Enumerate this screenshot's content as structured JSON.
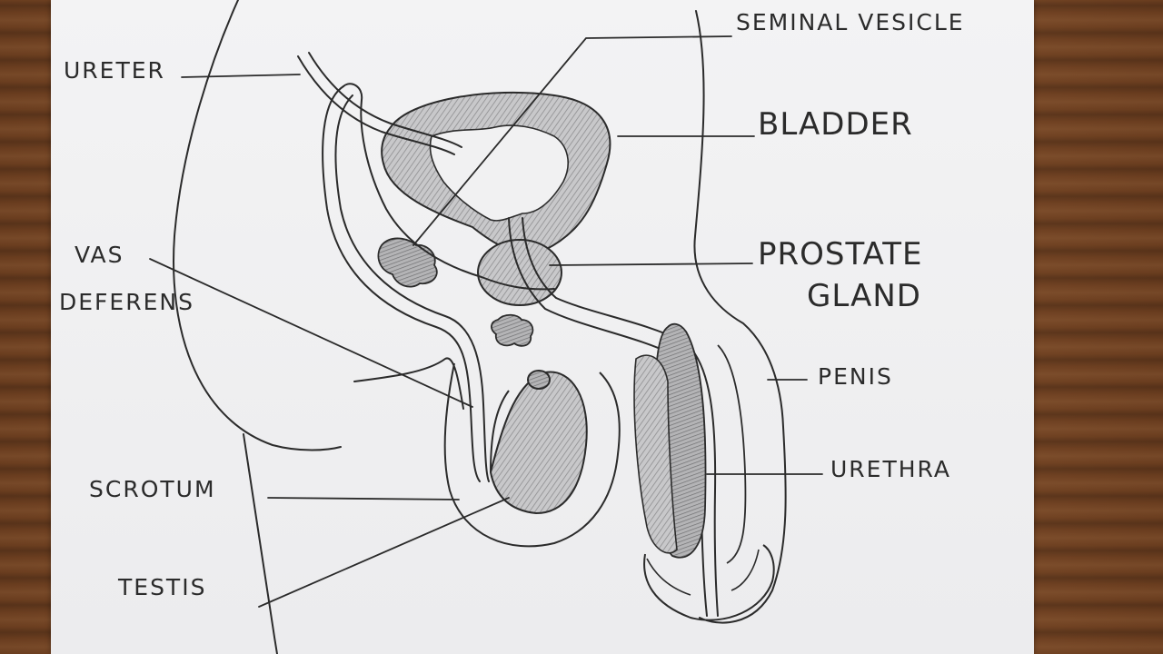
{
  "diagram": {
    "labels": {
      "seminal_vesicle": "SEMINAL VESICLE",
      "ureter": "URETER",
      "bladder": "BLADDER",
      "vas_deferens_line1": "VAS",
      "vas_deferens_line2": "DEFERENS",
      "prostate_line1": "PROSTATE",
      "prostate_line2": "GLAND",
      "penis": "PENIS",
      "urethra": "URETHRA",
      "scrotum": "SCROTUM",
      "testis": "TESTIS"
    }
  },
  "colors": {
    "paper": "#eeeef0",
    "pencil": "#2b2b2b",
    "shading": "#9a9a9a",
    "wood": "#7a4a28"
  }
}
